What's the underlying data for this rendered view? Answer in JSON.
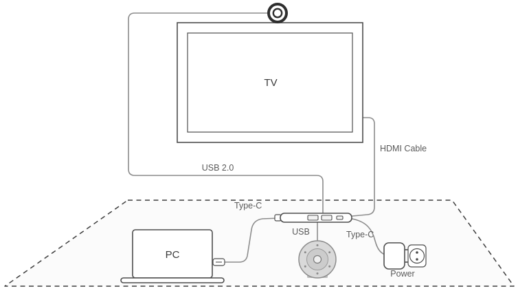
{
  "diagram": {
    "type": "connection-diagram",
    "description": "Speakerphone hub connection setup with TV, webcam, PC laptop and power adapter on a table",
    "devices": {
      "tv_label": "TV",
      "pc_label": "PC",
      "power_label": "Power"
    },
    "cables": {
      "usb2_label": "USB 2.0",
      "hdmi_label": "HDMI Cable",
      "typec_pc_hub_label": "Type-C",
      "usb_speaker_label": "USB",
      "typec_power_label": "Type-C"
    },
    "colors": {
      "line": "#4d4d4d",
      "cable": "#8c8c8c",
      "label": "#595959",
      "table_fill": "#fbfbfb",
      "speaker_fill": "#d9d9d9"
    }
  }
}
